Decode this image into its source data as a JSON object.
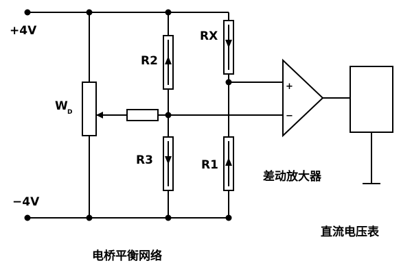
{
  "supply": {
    "positive": "+4V",
    "negative": "−4V"
  },
  "potentiometer": {
    "label_main": "W",
    "label_sub": "D"
  },
  "resistors": {
    "r1": "R1",
    "r2": "R2",
    "r3": "R3",
    "rx": "RX"
  },
  "amplifier": {
    "plus": "+",
    "minus": "−",
    "caption": "差动放大器"
  },
  "meter": {
    "caption": "直流电压表"
  },
  "bridge": {
    "caption": "电桥平衡网络"
  }
}
